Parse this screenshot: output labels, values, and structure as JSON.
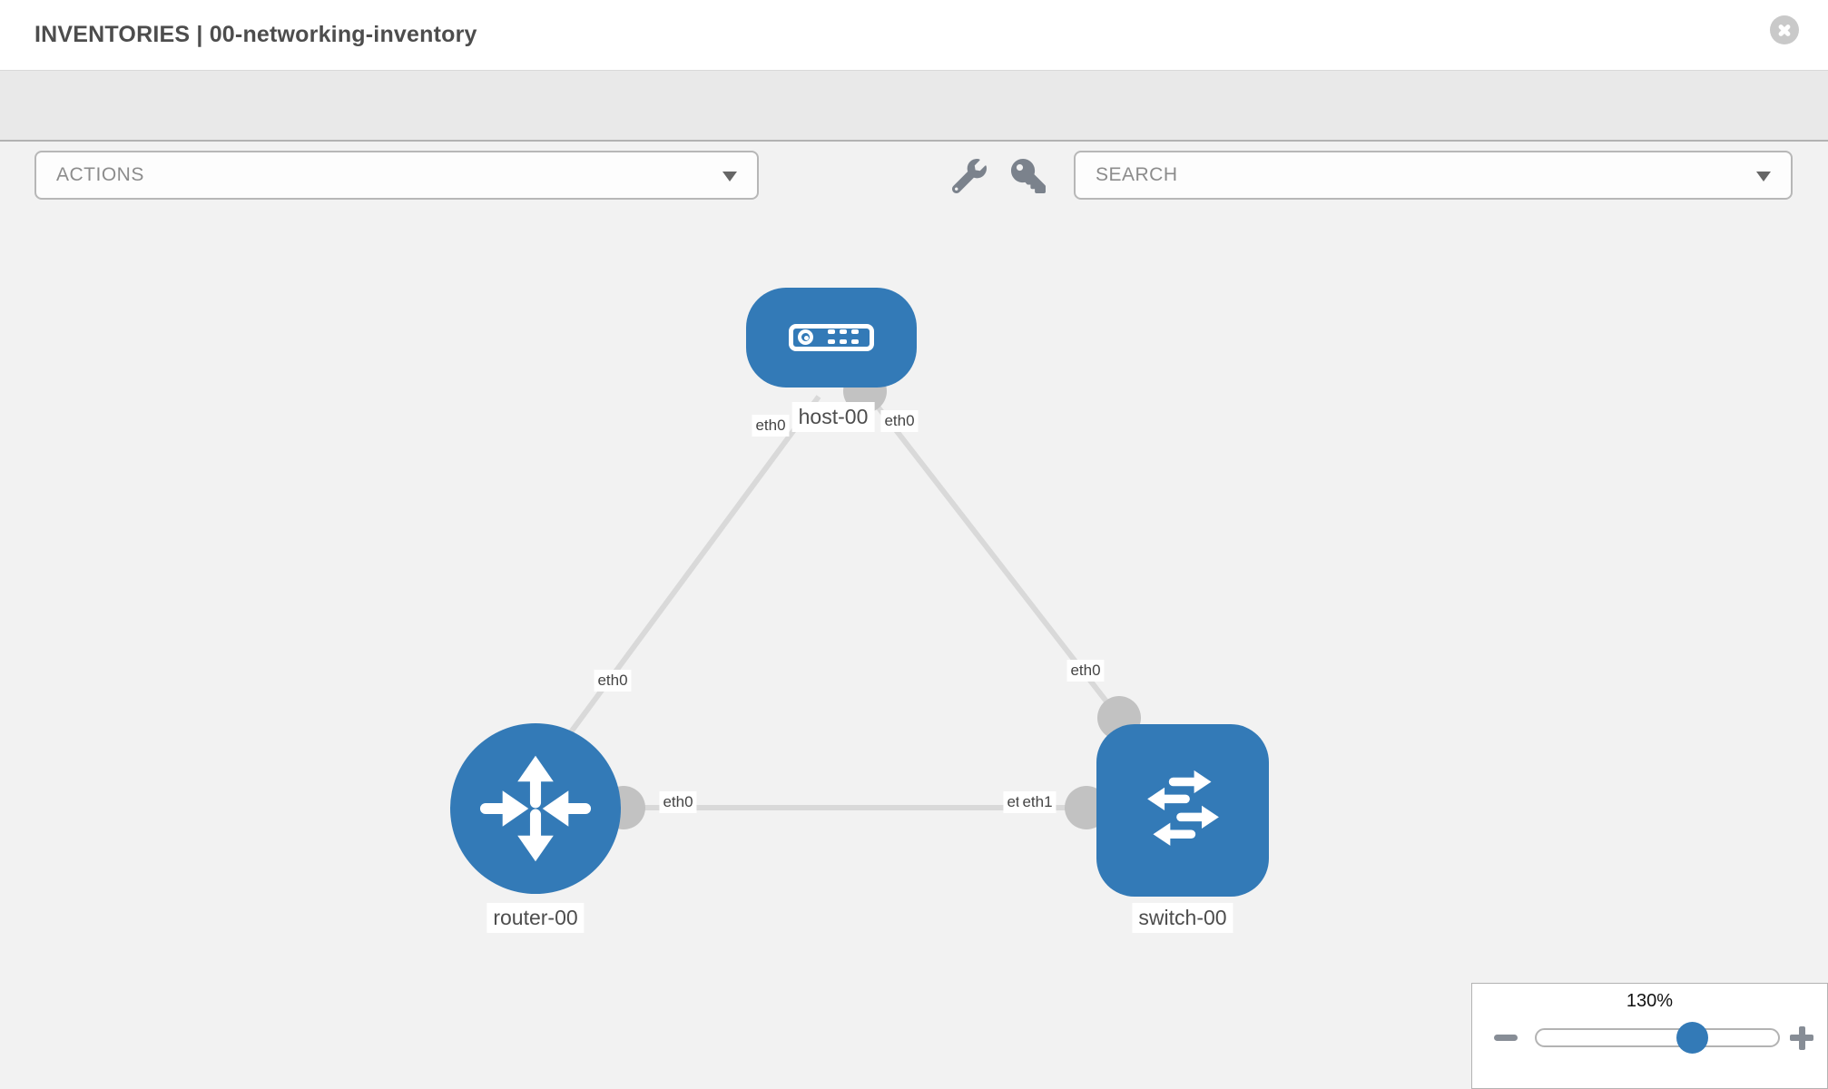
{
  "window": {
    "title": "INVENTORIES | 00-networking-inventory",
    "close_icon": "circle-x"
  },
  "toolbar": {
    "actions_label": "ACTIONS",
    "search_placeholder": "SEARCH",
    "icons": [
      "wrench-icon",
      "key-icon"
    ]
  },
  "topology": {
    "nodes": [
      {
        "id": "host-00",
        "type": "host",
        "label": "host-00"
      },
      {
        "id": "router-00",
        "type": "router",
        "label": "router-00"
      },
      {
        "id": "switch-00",
        "type": "switch",
        "label": "switch-00"
      }
    ],
    "links": [
      {
        "from": "host-00",
        "to": "router-00",
        "from_label": "eth0",
        "to_label": "eth0"
      },
      {
        "from": "host-00",
        "to": "switch-00",
        "from_label": "eth0",
        "to_label": "eth0"
      },
      {
        "from": "router-00",
        "to": "switch-00",
        "from_label": "eth0",
        "to_label": "eth1",
        "to_label_ghost": "eth1"
      }
    ]
  },
  "zoom_control": {
    "value": "130%",
    "minus_icon": "minus",
    "plus_icon": "plus"
  },
  "colors": {
    "node_blue": "#337ab7",
    "connector_gray": "#c2c2c2",
    "link_gray": "#d9d9d9",
    "canvas_bg": "#f2f2f2",
    "toolbar_bg": "#e9e9e9"
  }
}
